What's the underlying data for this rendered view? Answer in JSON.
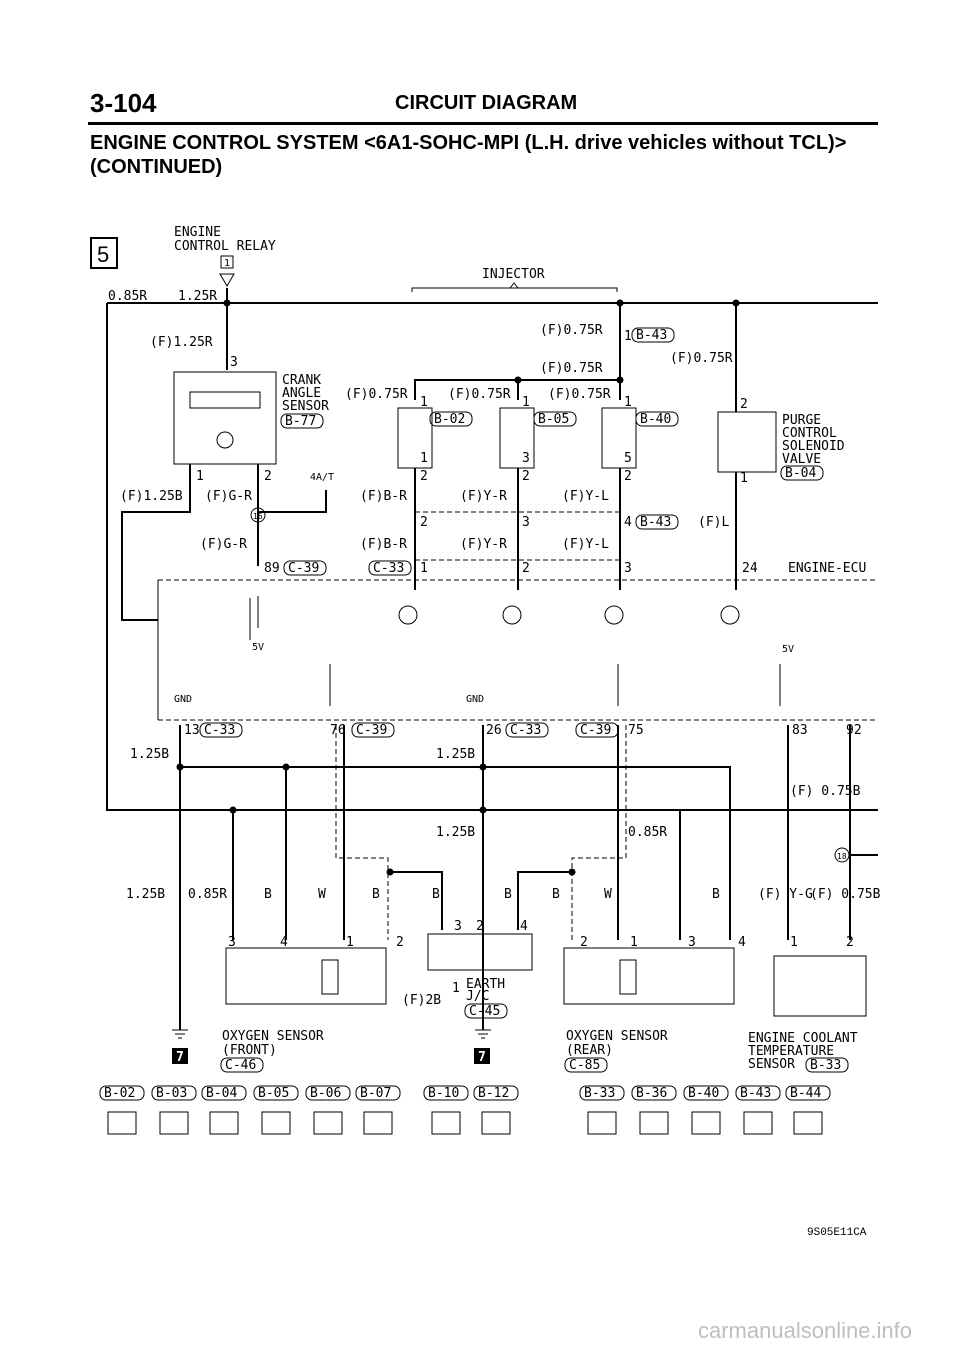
{
  "header": {
    "page_number": "3-104",
    "section": "CIRCUIT DIAGRAM",
    "title_line1": "ENGINE CONTROL SYSTEM <6A1-SOHC-MPI (L.H. drive vehicles without TCL)>",
    "title_line2": "(CONTINUED)"
  },
  "diagram": {
    "section_marker": "5",
    "bottom_marker": "7",
    "relay": {
      "line1": "ENGINE",
      "line2": "CONTROL RELAY",
      "terminal": "1",
      "wire_left": "0.85R",
      "wire_right": "1.25R"
    },
    "injector": {
      "label": "INJECTOR"
    },
    "crank_sensor": {
      "line1": "CRANK",
      "line2": "ANGLE",
      "line3": "SENSOR",
      "connector": "B-77",
      "pin_top": "3",
      "pin1": "1",
      "pin2": "2",
      "feed": "(F)1.25R",
      "wire1": "(F)1.25B",
      "wire2": "(F)G-R",
      "wire2b": "(F)G-R",
      "joint": "16",
      "ecu_pin": "89",
      "ecu_conn": "C-39",
      "tag": "4A/T"
    },
    "injectors": [
      {
        "feed": "(F)0.75R",
        "connector": "B-02",
        "pin_a": "1",
        "pin_b": "1",
        "pin_c": "2",
        "wire": "(F)B-R",
        "pin_d": "2",
        "wire2": "(F)B-R",
        "ecu_conn": "C-33",
        "ecu_pin": "1"
      },
      {
        "feed": "(F)0.75R",
        "connector": "B-05",
        "pin_a": "1",
        "pin_b": "3",
        "pin_c": "2",
        "wire": "(F)Y-R",
        "pin_d": "3",
        "wire2": "(F)Y-R",
        "ecu_pin": "2"
      },
      {
        "feed": "(F)0.75R",
        "connector": "B-40",
        "pin_a": "1",
        "pin_b": "5",
        "pin_c": "2",
        "wire": "(F)Y-L",
        "pin_d": "4",
        "jconn": "B-43",
        "wire2": "(F)Y-L",
        "ecu_pin": "3"
      }
    ],
    "injector_feed_top": {
      "wire": "(F)0.75R",
      "pin": "1",
      "connector": "B-43",
      "wire2": "(F)0.75R"
    },
    "purge": {
      "line1": "PURGE",
      "line2": "CONTROL",
      "line3": "SOLENOID",
      "line4": "VALVE",
      "connector": "B-04",
      "pin_top": "2",
      "pin_bot": "1",
      "feed": "(F)0.75R",
      "wire": "(F)L",
      "ecu_pin": "24"
    },
    "ecu": {
      "label": "ENGINE-ECU",
      "gnd1": "GND",
      "gnd2": "GND",
      "v5_1": "5V",
      "v5_2": "5V"
    },
    "ecu_pins": {
      "p13": "13",
      "c33a": "C-33",
      "p76": "76",
      "c39a": "C-39",
      "p26": "26",
      "c33b": "C-33",
      "c39b": "C-39",
      "p75": "75",
      "p83": "83",
      "p92": "92"
    },
    "wires": {
      "w125b_a": "1.25B",
      "w125b_b": "1.25B",
      "w125b_c": "1.25B",
      "w085r": "0.85R",
      "w125b_d": "1.25B",
      "w085r_b": "0.85R",
      "wB1": "B",
      "wW1": "W",
      "wB2": "B",
      "wB3": "B",
      "wB4": "B",
      "wB5": "B",
      "wW2": "W",
      "wB6": "B",
      "wYG": "(F) Y-G",
      "w075b": "(F) 0.75B",
      "w075b_top": "(F) 0.75B",
      "joint18": "18"
    },
    "o2_front": {
      "line1": "OXYGEN SENSOR",
      "line2": "(FRONT)",
      "connector": "C-46",
      "p3": "3",
      "p4": "4",
      "p1": "1",
      "p2": "2"
    },
    "earth": {
      "line1": "EARTH",
      "line2": "J/C",
      "connector": "C-45",
      "pin": "1",
      "wire": "(F)2B",
      "p3": "3",
      "p2": "2",
      "p4": "4"
    },
    "o2_rear": {
      "line1": "OXYGEN SENSOR",
      "line2": "(REAR)",
      "connector": "C-85",
      "p2": "2",
      "p1": "1",
      "p3": "3",
      "p4": "4"
    },
    "coolant": {
      "line1": "ENGINE COOLANT",
      "line2": "TEMPERATURE",
      "line3": "SENSOR",
      "connector": "B-33",
      "p1": "1",
      "p2": "2"
    },
    "connectors_legend": [
      "B-02",
      "B-03",
      "B-04",
      "B-05",
      "B-06",
      "B-07",
      "B-10",
      "B-12",
      "B-33",
      "B-36",
      "B-40",
      "B-43",
      "B-44"
    ]
  },
  "footer": {
    "code": "9S05E11CA",
    "watermark": "carmanualsonline.info"
  }
}
